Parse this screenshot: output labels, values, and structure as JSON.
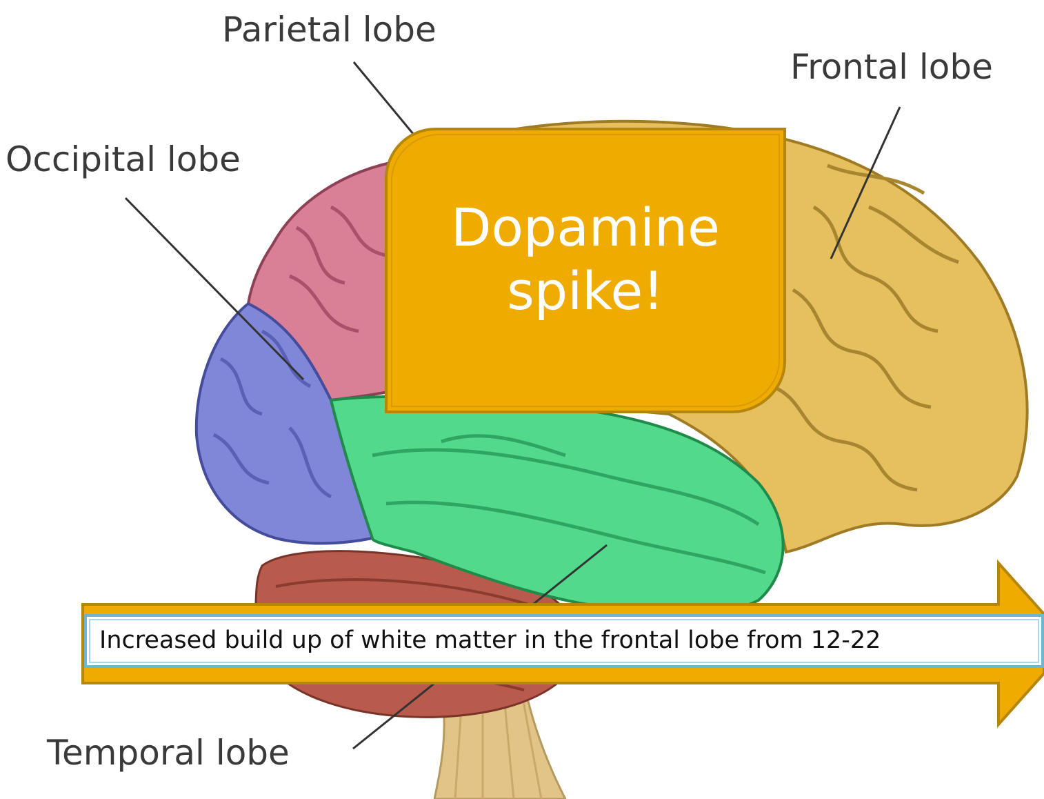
{
  "labels": {
    "parietal": "Parietal lobe",
    "frontal": "Frontal lobe",
    "occipital": "Occipital lobe",
    "temporal": "Temporal lobe"
  },
  "callout": {
    "line1": "Dopamine",
    "line2": "spike!"
  },
  "arrow_caption": "Increased build up of white matter in the frontal lobe from 12-22",
  "colors": {
    "parietal": "#d97f96",
    "occipital": "#7f86d6",
    "temporal_green": "#4fd98a",
    "frontal": "#e4bd5d",
    "cerebellum": "#b5564a",
    "brainstem": "#e4c58a",
    "callout_fill": "#f0ab00",
    "callout_border": "#b5860c",
    "arrow_fill": "#f0ab00",
    "caption_box_border": "#6bb8d4"
  }
}
